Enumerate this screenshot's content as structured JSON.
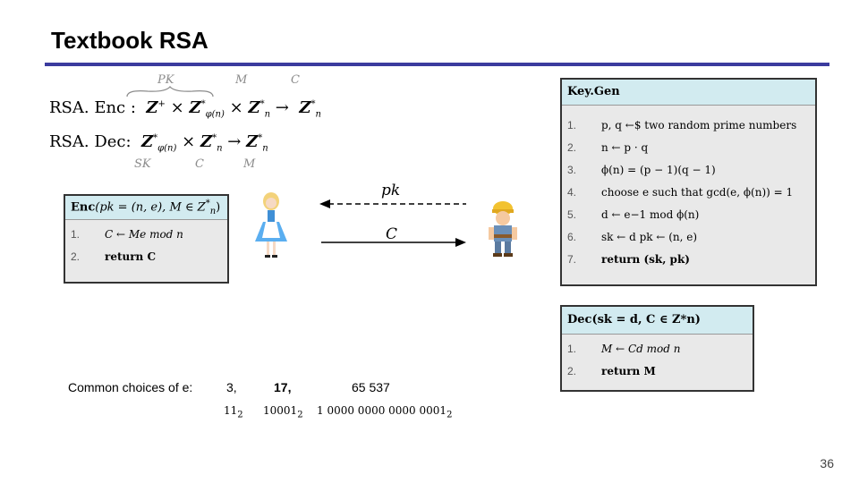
{
  "title": "Textbook RSA",
  "page_number": "36",
  "rsa": {
    "labels_top": [
      "PK",
      "M",
      "C"
    ],
    "labels_bottom": [
      "SK",
      "C",
      "M"
    ],
    "enc_name": "RSA. Enc :",
    "dec_name": "RSA. Dec:",
    "enc_sig_parts": [
      "Z",
      "+",
      "×",
      "Z",
      "*",
      "φ(n)",
      "×",
      "Z",
      "*",
      "n",
      "→",
      "Z",
      "*",
      "n"
    ],
    "dec_sig_parts": [
      "Z",
      "*",
      "φ(n)",
      "×",
      "Z",
      "*",
      "n",
      "→",
      "Z",
      "*",
      "n"
    ]
  },
  "enc_box": {
    "header": "Enc(pk = (n, e), M ∈ Z*n)",
    "header_parts": {
      "name": "Enc",
      "args": "(pk = (n, e), M ∈ Z",
      "sup": "*",
      "sub": "n",
      "close": ")"
    },
    "lines": [
      {
        "num": "1.",
        "text": "C ← Me  mod n"
      },
      {
        "num": "2.",
        "text": "return  C"
      }
    ]
  },
  "channel": {
    "pk_label": "pk",
    "c_label": "C",
    "alice_icon": "alice-figure",
    "bob_icon": "bob-figure"
  },
  "keygen_box": {
    "header": "Key.Gen",
    "lines": [
      {
        "num": "1.",
        "text": "p, q ←$ two random prime numbers"
      },
      {
        "num": "2.",
        "text": "n ← p · q"
      },
      {
        "num": "3.",
        "text": "ϕ(n) = (p − 1)(q − 1)"
      },
      {
        "num": "4.",
        "text": "choose e such that gcd(e, ϕ(n)) = 1"
      },
      {
        "num": "5.",
        "text": "d ← e−1  mod ϕ(n)"
      },
      {
        "num": "6.",
        "text": "sk ← d        pk ← (n, e)"
      },
      {
        "num": "7.",
        "text": "return (sk, pk)"
      }
    ]
  },
  "dec_box": {
    "header": "Dec(sk = d, C ∈ Z*n)",
    "lines": [
      {
        "num": "1.",
        "text": "M ← Cd  mod n"
      },
      {
        "num": "2.",
        "text": "return M"
      }
    ]
  },
  "common": {
    "label": "Common choices of e:",
    "values": [
      "3,",
      "17,",
      "65 537"
    ],
    "binaries": [
      "11",
      "10001",
      "1 0000 0000 0000 0001"
    ],
    "base": "2"
  }
}
